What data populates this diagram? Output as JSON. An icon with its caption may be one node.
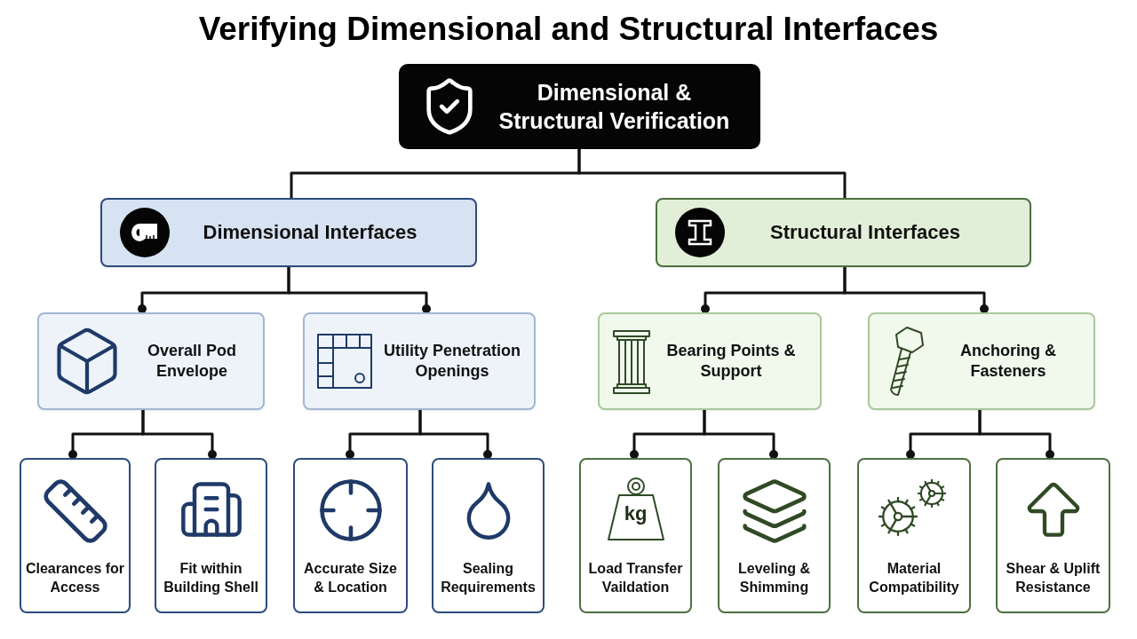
{
  "diagram": {
    "title": "Verifying Dimensional and Structural Interfaces",
    "nodes": [
      {
        "text": [
          "Dimensional & Structural Verification"
        ]
      },
      {
        "text": [
          "Dimensional Interfaces"
        ]
      },
      {
        "text": [
          "Structural Interfaces"
        ]
      },
      {
        "text": [
          "Overall Pod Envelope"
        ]
      },
      {
        "text": [
          "Utility Penetration Openings"
        ]
      },
      {
        "text": [
          "Bearing Points & Support"
        ]
      },
      {
        "text": [
          "Anchoring & Fasteners"
        ]
      },
      {
        "text": [
          "Clearances for Access"
        ]
      },
      {
        "text": [
          "Fit within Building Shell"
        ]
      },
      {
        "text": [
          "Accurate Size & Location"
        ]
      },
      {
        "text": [
          "Sealing Requirements"
        ]
      },
      {
        "text": [
          "Load Transfer Vaildation"
        ]
      },
      {
        "text": [
          "Leveling & Shimming"
        ]
      },
      {
        "text": [
          "Material Compatibility"
        ]
      },
      {
        "text": [
          "Shear & Uplift Resistance"
        ]
      }
    ],
    "edges": [
      {
        "from": 0,
        "to": 1,
        "arrow": "none"
      },
      {
        "from": 0,
        "to": 2,
        "arrow": "none"
      },
      {
        "from": 1,
        "to": 3,
        "arrow": "other"
      },
      {
        "from": 1,
        "to": 4,
        "arrow": "other"
      },
      {
        "from": 2,
        "to": 5,
        "arrow": "other"
      },
      {
        "from": 2,
        "to": 6,
        "arrow": "other"
      },
      {
        "from": 3,
        "to": 7,
        "arrow": "other"
      },
      {
        "from": 3,
        "to": 8,
        "arrow": "other"
      },
      {
        "from": 4,
        "to": 9,
        "arrow": "other"
      },
      {
        "from": 4,
        "to": 10,
        "arrow": "other"
      },
      {
        "from": 5,
        "to": 11,
        "arrow": "other"
      },
      {
        "from": 5,
        "to": 12,
        "arrow": "other"
      },
      {
        "from": 6,
        "to": 13,
        "arrow": "other"
      },
      {
        "from": 6,
        "to": 14,
        "arrow": "other"
      }
    ],
    "labels": [
      "kg"
    ]
  }
}
